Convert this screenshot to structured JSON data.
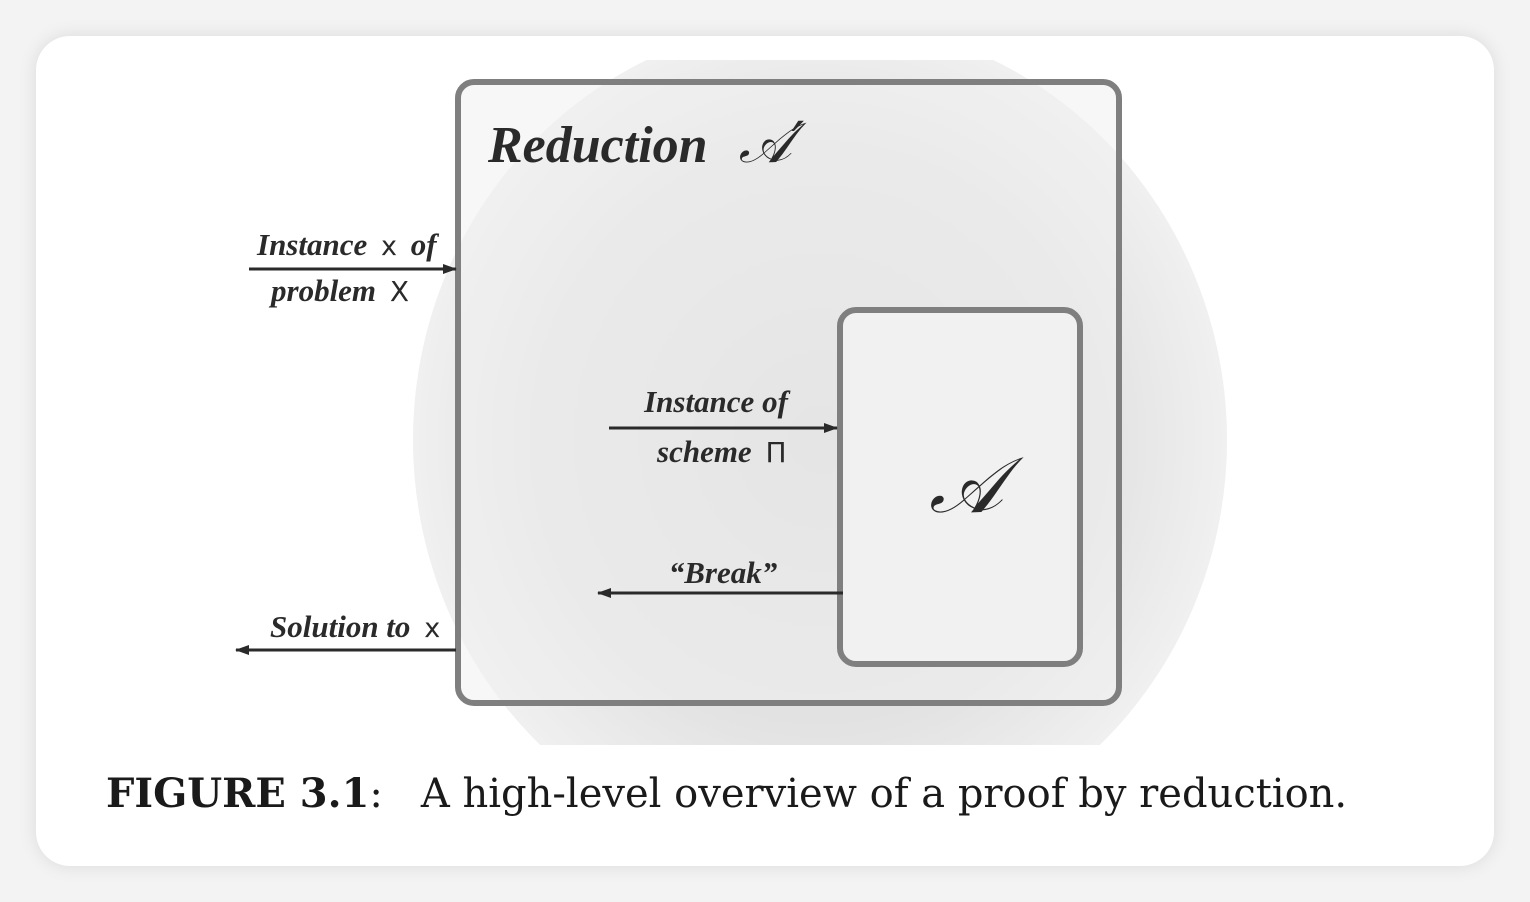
{
  "diagram": {
    "outer_box": {
      "title": "Reduction",
      "title_symbol": "𝒜′"
    },
    "inner_box": {
      "symbol": "𝒜"
    },
    "arrows": {
      "input_to_reduction": {
        "line1_text": "Instance",
        "line1_symbol": "x",
        "line1_suffix": "of",
        "line2_text": "problem",
        "line2_symbol": "X"
      },
      "instance_to_adversary": {
        "line1_text": "Instance of",
        "line2_text": "scheme",
        "line2_symbol": "Π"
      },
      "break_from_adversary": {
        "text": "“Break”"
      },
      "solution_output": {
        "text": "Solution to",
        "symbol": "x"
      }
    }
  },
  "caption": {
    "label": "FIGURE 3.1",
    "colon": ":",
    "text": "A high-level overview of a proof by reduction."
  },
  "colors": {
    "box_border": "#7f7f7f",
    "box_fill": "#f1f1f1",
    "arrow": "#2a2a2a",
    "text": "#2a2a2a"
  }
}
